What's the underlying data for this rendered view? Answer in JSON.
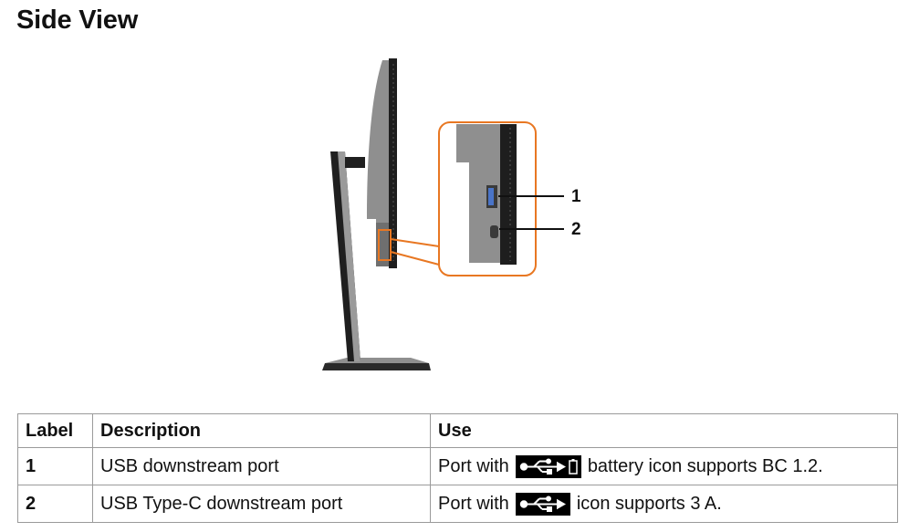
{
  "page": {
    "title": "Side View"
  },
  "callouts": [
    {
      "number": "1"
    },
    {
      "number": "2"
    }
  ],
  "colors": {
    "callout": "#e87722",
    "monitor_dark": "#222222",
    "monitor_gray": "#8f8f8f"
  },
  "table": {
    "headers": {
      "label": "Label",
      "description": "Description",
      "use": "Use"
    },
    "rows": [
      {
        "label": "1",
        "description": "USB downstream port",
        "use_prefix": "Port with",
        "use_icon": "usb-battery-icon",
        "use_suffix": "battery icon supports BC 1.2."
      },
      {
        "label": "2",
        "description": "USB Type-C downstream port",
        "use_prefix": "Port with",
        "use_icon": "usb-icon",
        "use_suffix": "icon supports 3 A."
      }
    ]
  }
}
